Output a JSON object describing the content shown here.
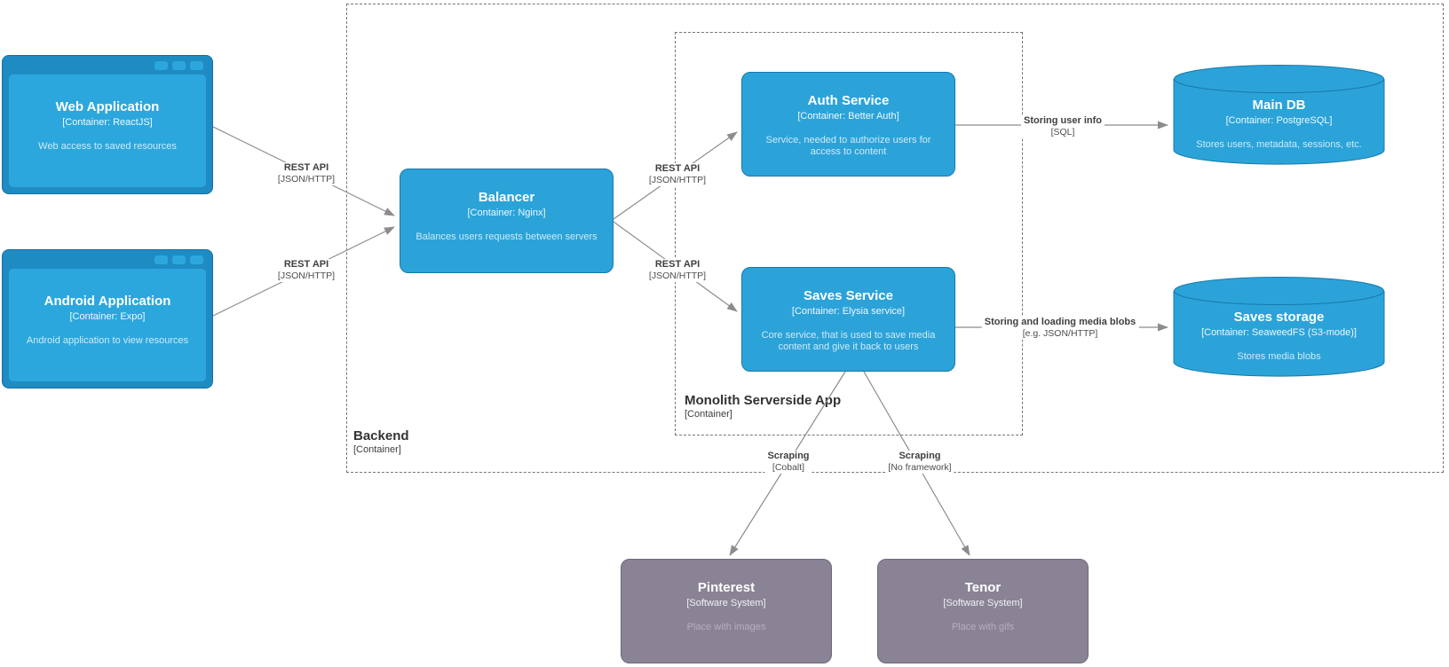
{
  "nodes": {
    "web_app": {
      "title": "Web Application",
      "subtitle": "[Container: ReactJS]",
      "description": "Web access to saved resources"
    },
    "android_app": {
      "title": "Android Application",
      "subtitle": "[Container: Expo]",
      "description": "Android application to view resources"
    },
    "balancer": {
      "title": "Balancer",
      "subtitle": "[Container: Nginx]",
      "description": "Balances users requests between servers"
    },
    "auth_service": {
      "title": "Auth Service",
      "subtitle": "[Container: Better Auth]",
      "description": "Service, needed to authorize users for access to content"
    },
    "saves_service": {
      "title": "Saves Service",
      "subtitle": "[Container: Elysia service]",
      "description": "Core service, that is used to save media content and give it back to users"
    },
    "main_db": {
      "title": "Main DB",
      "subtitle": "[Container: PostgreSQL]",
      "description": "Stores users, metadata, sessions, etc."
    },
    "saves_storage": {
      "title": "Saves storage",
      "subtitle": "[Container: SeaweedFS (S3-mode)]",
      "description": "Stores media blobs"
    },
    "pinterest": {
      "title": "Pinterest",
      "subtitle": "[Software System]",
      "description": "Place with images"
    },
    "tenor": {
      "title": "Tenor",
      "subtitle": "[Software System]",
      "description": "Place with gifs"
    }
  },
  "groups": {
    "backend": {
      "title": "Backend",
      "subtitle": "[Container]"
    },
    "monolith": {
      "title": "Monolith Serverside App",
      "subtitle": "[Container]"
    }
  },
  "edges": {
    "web_to_balancer": {
      "name": "REST API",
      "tech": "[JSON/HTTP]"
    },
    "android_to_balancer": {
      "name": "REST API",
      "tech": "[JSON/HTTP]"
    },
    "balancer_to_auth": {
      "name": "REST API",
      "tech": "[JSON/HTTP]"
    },
    "balancer_to_saves": {
      "name": "REST API",
      "tech": "[JSON/HTTP]"
    },
    "auth_to_maindb": {
      "name": "Storing user info",
      "tech": "[SQL]"
    },
    "saves_to_storage": {
      "name": "Storing and loading media blobs",
      "tech": "[e.g. JSON/HTTP]"
    },
    "saves_to_pinterest": {
      "name": "Scraping",
      "tech": "[Cobalt]"
    },
    "saves_to_tenor": {
      "name": "Scraping",
      "tech": "[No framework]"
    }
  },
  "colors": {
    "container_fill": "#2ba3d9",
    "container_border": "#1779ab",
    "browser_frame_fill": "#1e8cc3",
    "browser_panel_fill": "#2ca7dd",
    "external_fill": "#8a8395",
    "external_border": "#6e6878",
    "line": "#8c8c8c",
    "boundary_dash": "#767676",
    "label_text": "#404040"
  }
}
